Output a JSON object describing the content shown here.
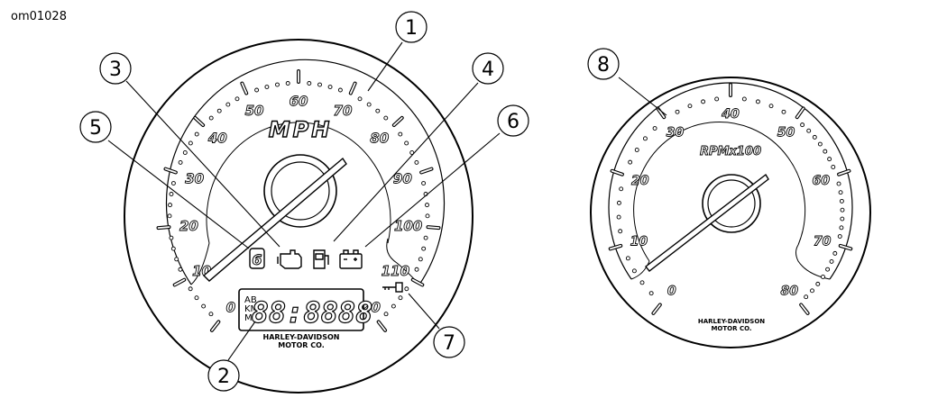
{
  "figure_code": "om01028",
  "speedometer": {
    "unit_label": "MPH",
    "scale_labels": [
      "0",
      "10",
      "20",
      "30",
      "40",
      "50",
      "60",
      "70",
      "80",
      "90",
      "100",
      "110",
      "120"
    ],
    "brand_line1": "HARLEY-DAVIDSON",
    "brand_line2": "MOTOR CO.",
    "odometer_modes": [
      "AB",
      "KM",
      "MI"
    ],
    "odometer_digits": "88:8888",
    "indicators": {
      "gear": "6",
      "engine": "engine-icon",
      "fuel": "fuel-pump-icon",
      "battery": "battery-icon",
      "key": "key-icon"
    }
  },
  "tachometer": {
    "unit_label": "RPMx100",
    "scale_labels": [
      "0",
      "10",
      "20",
      "30",
      "40",
      "50",
      "60",
      "70",
      "80"
    ],
    "brand_line1": "HARLEY-DAVIDSON",
    "brand_line2": "MOTOR CO."
  },
  "callouts": [
    "1",
    "2",
    "3",
    "4",
    "5",
    "6",
    "7",
    "8"
  ]
}
